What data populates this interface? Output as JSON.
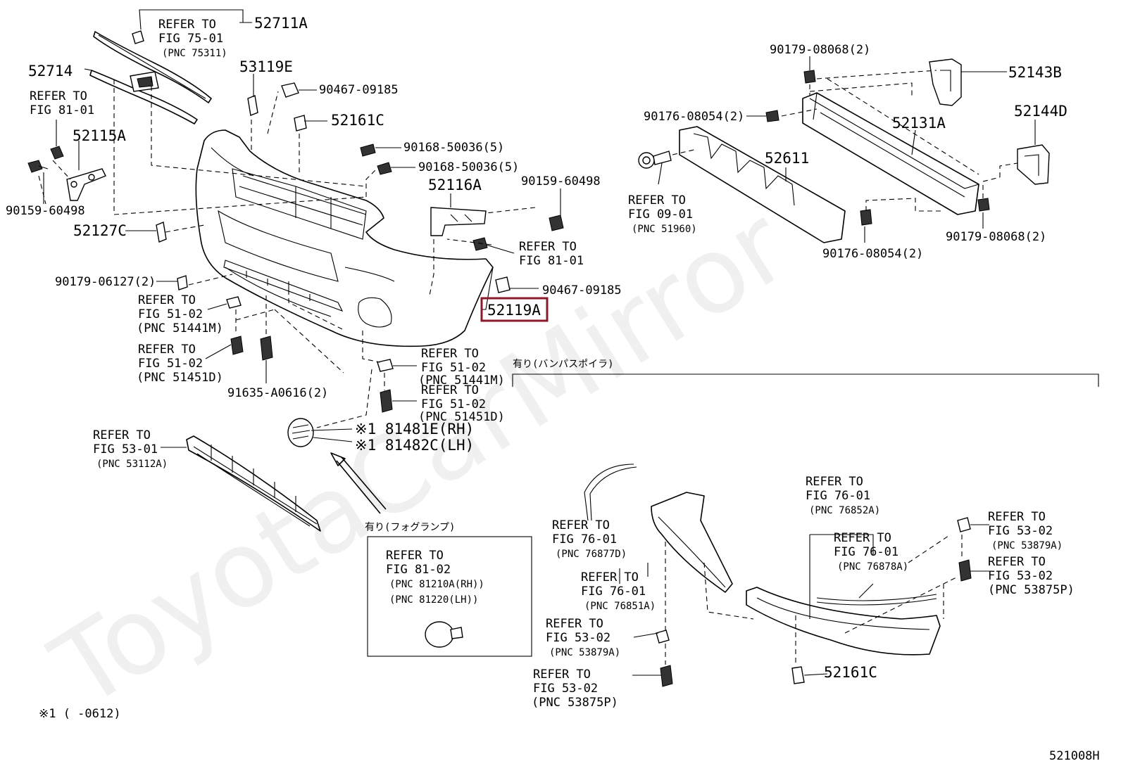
{
  "diagram_id": "521008H",
  "watermark": "ToyotaCarMirror",
  "highlighted_part": "52119A",
  "footnote": "※1 (     -0612)",
  "section_spoiler": "有り(バンパスポイラ)",
  "section_foglamp": "有り(フォグランプ)",
  "labels": {
    "p52711A": "52711A",
    "ref_fig7501": [
      "REFER TO",
      "FIG 75-01",
      "(PNC 75311)"
    ],
    "p52714": "52714",
    "p53119E": "53119E",
    "p9046709185_top": "90467-09185",
    "ref_fig8101_left": [
      "REFER TO",
      "FIG 81-01"
    ],
    "p52161C_top": "52161C",
    "p52115A": "52115A",
    "p9016850036_a": "90168-50036(5)",
    "p9016850036_b": "90168-50036(5)",
    "p9015960498_left": "90159-60498",
    "p52116A": "52116A",
    "p9015960498_right": "90159-60498",
    "p52127C": "52127C",
    "ref_fig8101_right": [
      "REFER TO",
      "FIG 81-01"
    ],
    "p9017906127": "90179-06127(2)",
    "p9046709185_mid": "90467-09185",
    "ref_fig5102_a": [
      "REFER TO",
      "FIG 51-02",
      "(PNC 51441M)"
    ],
    "p52119A": "52119A",
    "ref_fig5102_b": [
      "REFER TO",
      "FIG 51-02",
      "(PNC 51451D)"
    ],
    "p91635A0616": "91635-A0616(2)",
    "ref_fig5102_c": [
      "REFER TO",
      "FIG 51-02",
      "(PNC 51441M)"
    ],
    "ref_fig5102_d": [
      "REFER TO",
      "FIG 51-02",
      "(PNC 51451D)"
    ],
    "p81481E": "※1 81481E(RH)",
    "p81482C": "※1 81482C(LH)",
    "ref_fig5301": [
      "REFER TO",
      "FIG 53-01",
      "(PNC 53112A)"
    ],
    "ref_fig8102": [
      "REFER TO",
      "FIG 81-02",
      "(PNC 81210A(RH))",
      "(PNC 81220(LH))"
    ],
    "p9017908068_top": "90179-08068(2)",
    "p52143B": "52143B",
    "p9017608054_left": "90176-08054(2)",
    "p52144D": "52144D",
    "p52131A": "52131A",
    "p52611": "52611",
    "ref_fig0901": [
      "REFER TO",
      "FIG 09-01",
      "(PNC 51960)"
    ],
    "p9017608054_bottom": "90176-08054(2)",
    "p9017908068_bottom": "90179-08068(2)",
    "ref_fig7601_a": [
      "REFER TO",
      "FIG 76-01",
      "(PNC 76852A)"
    ],
    "ref_fig7601_b": [
      "REFER TO",
      "FIG 76-01",
      "(PNC 76878A)"
    ],
    "ref_fig7601_c": [
      "REFER TO",
      "FIG 76-01",
      "(PNC 76877D)"
    ],
    "ref_fig7601_d": [
      "REFER TO",
      "FIG 76-01",
      "(PNC 76851A)"
    ],
    "ref_fig5302_a": [
      "REFER TO",
      "FIG 53-02",
      "(PNC 53879A)"
    ],
    "ref_fig5302_b": [
      "REFER TO",
      "FIG 53-02",
      "(PNC 53875P)"
    ],
    "ref_fig5302_c": [
      "REFER TO",
      "FIG 53-02",
      "(PNC 53879A)"
    ],
    "ref_fig5302_d": [
      "REFER TO",
      "FIG 53-02",
      "(PNC 53875P)"
    ],
    "p52161C_bottom": "52161C"
  }
}
